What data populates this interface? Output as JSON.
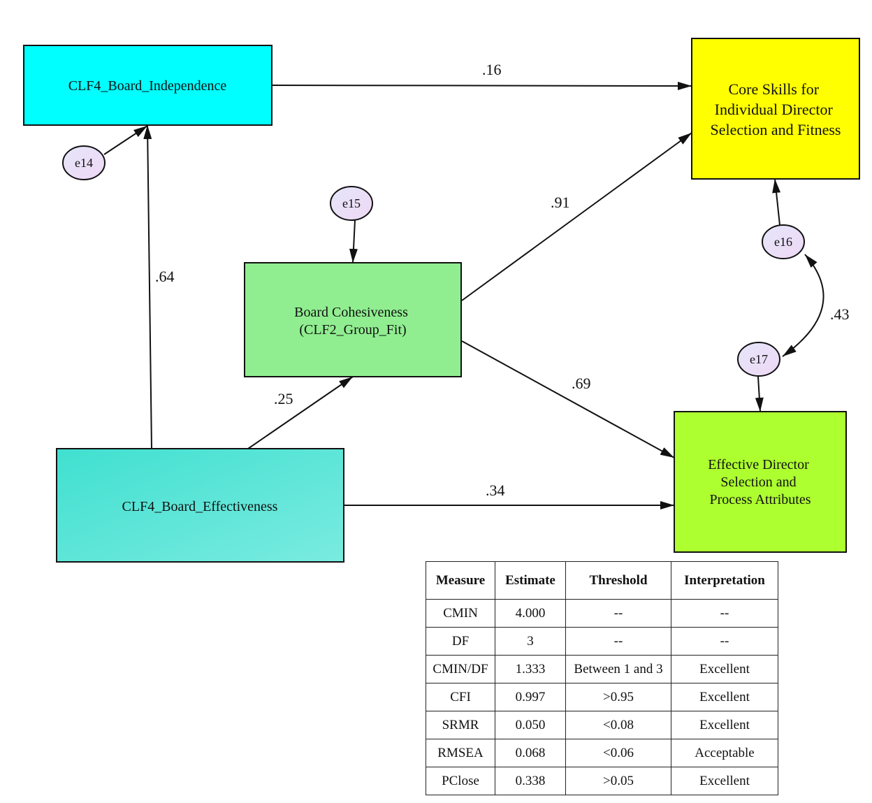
{
  "diagram": {
    "type": "path-model",
    "nodes": {
      "board_independence": {
        "label_lines": [
          "CLF4_Board_Independence"
        ],
        "color": "#00FFFF"
      },
      "core_skills": {
        "label_lines": [
          "Core Skills for",
          "Individual Director",
          "Selection and Fitness"
        ],
        "color": "#FFFF00"
      },
      "board_cohesiveness": {
        "label_lines": [
          "Board Cohesiveness",
          "(CLF2_Group_Fit)"
        ],
        "color": "#90EE90"
      },
      "board_effectiveness": {
        "label_lines": [
          "CLF4_Board_Effectiveness"
        ],
        "color_start": "#40E0D0",
        "color_end": "#7AEBE0"
      },
      "effective_selection": {
        "label_lines": [
          "Effective Director",
          "Selection and",
          "Process Attributes"
        ],
        "color": "#ADFF2F"
      }
    },
    "error_terms": {
      "e14": {
        "label": "e14"
      },
      "e15": {
        "label": "e15"
      },
      "e16": {
        "label": "e16"
      },
      "e17": {
        "label": "e17"
      }
    },
    "error_color_start": "#E6E6FA",
    "error_color_end": "#EED8F5",
    "paths": [
      {
        "from": "board_independence",
        "to": "core_skills",
        "coefficient": ".16"
      },
      {
        "from": "board_effectiveness",
        "to": "board_independence",
        "coefficient": ".64"
      },
      {
        "from": "board_cohesiveness",
        "to": "core_skills",
        "coefficient": ".91"
      },
      {
        "from": "board_effectiveness",
        "to": "board_cohesiveness",
        "coefficient": ".25"
      },
      {
        "from": "board_cohesiveness",
        "to": "effective_selection",
        "coefficient": ".69"
      },
      {
        "from": "board_effectiveness",
        "to": "effective_selection",
        "coefficient": ".34"
      },
      {
        "from": "e14",
        "to": "board_independence",
        "coefficient": ""
      },
      {
        "from": "e15",
        "to": "board_cohesiveness",
        "coefficient": ""
      },
      {
        "from": "e16",
        "to": "core_skills",
        "coefficient": ""
      },
      {
        "from": "e17",
        "to": "effective_selection",
        "coefficient": ""
      }
    ],
    "covariances": [
      {
        "between": [
          "e16",
          "e17"
        ],
        "coefficient": ".43"
      }
    ]
  },
  "fit_table": {
    "headers": [
      "Measure",
      "Estimate",
      "Threshold",
      "Interpretation"
    ],
    "rows": [
      [
        "CMIN",
        "4.000",
        "--",
        "--"
      ],
      [
        "DF",
        "3",
        "--",
        "--"
      ],
      [
        "CMIN/DF",
        "1.333",
        "Between 1 and 3",
        "Excellent"
      ],
      [
        "CFI",
        "0.997",
        ">0.95",
        "Excellent"
      ],
      [
        "SRMR",
        "0.050",
        "<0.08",
        "Excellent"
      ],
      [
        "RMSEA",
        "0.068",
        "<0.06",
        "Acceptable"
      ],
      [
        "PClose",
        "0.338",
        ">0.05",
        "Excellent"
      ]
    ]
  }
}
